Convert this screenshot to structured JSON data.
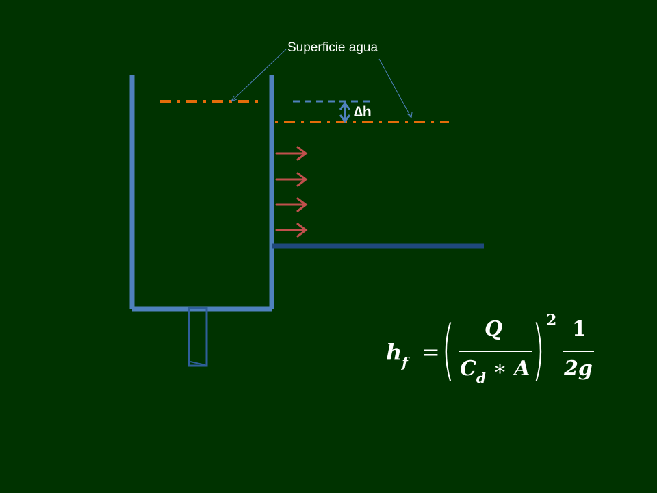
{
  "labels": {
    "surface": "Superficie agua",
    "delta_h": "∆h"
  },
  "formula": {
    "lhs": "h",
    "lhs_sub": "f",
    "equals": "=",
    "numerator": "Q",
    "denominator_main": "C",
    "denominator_sub": "d",
    "denominator_op": "∗",
    "denominator_end": "A",
    "exponent": "2",
    "factor_numerator": "1",
    "factor_denominator": "2g"
  },
  "colors": {
    "background": "#003300",
    "tank_wall": "#4f81bd",
    "water_surface": "#e46c0a",
    "flow_arrow": "#c0504d",
    "weir_crest": "#1f497d",
    "pointer_line": "#4f81bd"
  }
}
